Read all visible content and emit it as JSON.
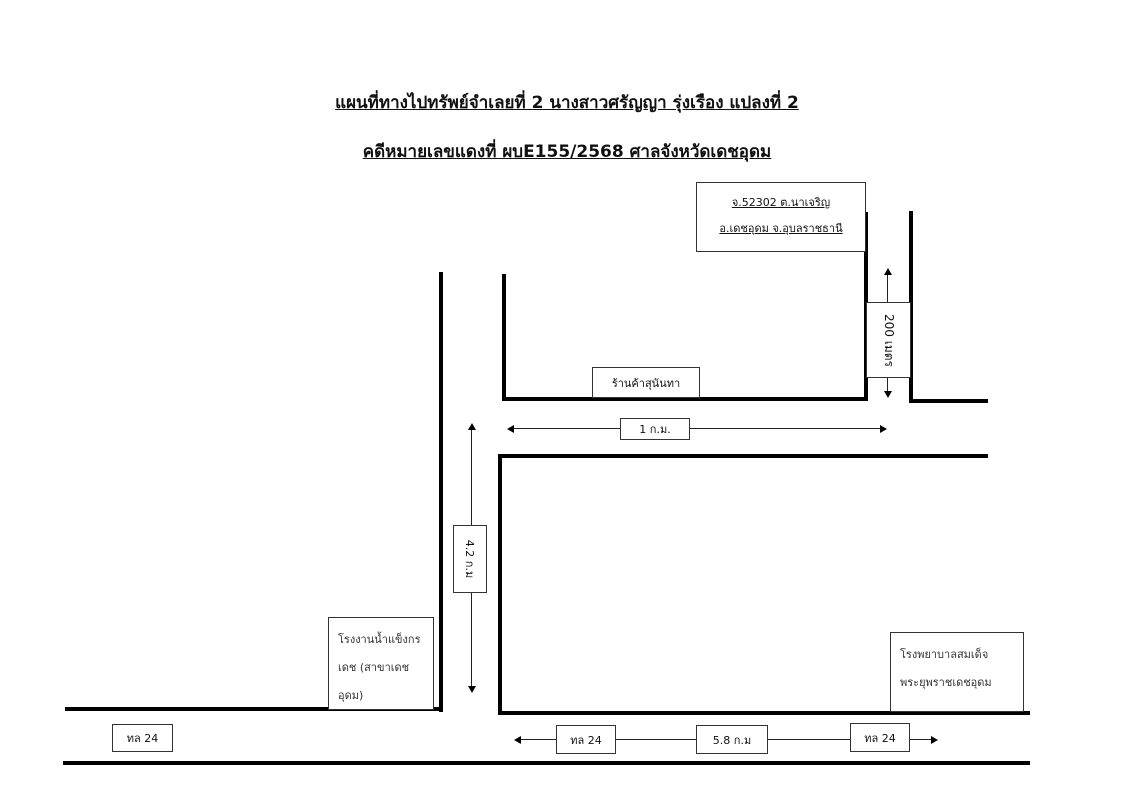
{
  "title": "แผนที่ทางไปทรัพย์จำเลยที่ 2 นางสาวศรัญญา  รุ่งเรือง  แปลงที่ 2",
  "subtitle": "คดีหมายเลขแดงที่ ผบE155/2568 ศาลจังหวัดเดชอุดม",
  "address": {
    "line1": "จ.52302 ต.นาเจริญ",
    "line2": "อ.เดชอุดม  จ.อุบลราชธานี"
  },
  "distance_200m": "200 เมตร",
  "shop": "ร้านค้าสุนันทา",
  "distance_1km": "1 ก.ม.",
  "distance_4_2km": "4.2 ก.ม",
  "ice_factory": {
    "line1": "โรงงานน้ำแข็งกร",
    "line2": "เดช (สาขาเดช",
    "line3": "อุดม)"
  },
  "hospital": {
    "line1": "โรงพยาบาลสมเด็จ",
    "line2": "พระยุพราชเดชอุดม"
  },
  "highway_left": "ทล 24",
  "highway_mid": "ทล 24",
  "distance_5_8km": "5.8 ก.ม",
  "highway_right": "ทล 24"
}
